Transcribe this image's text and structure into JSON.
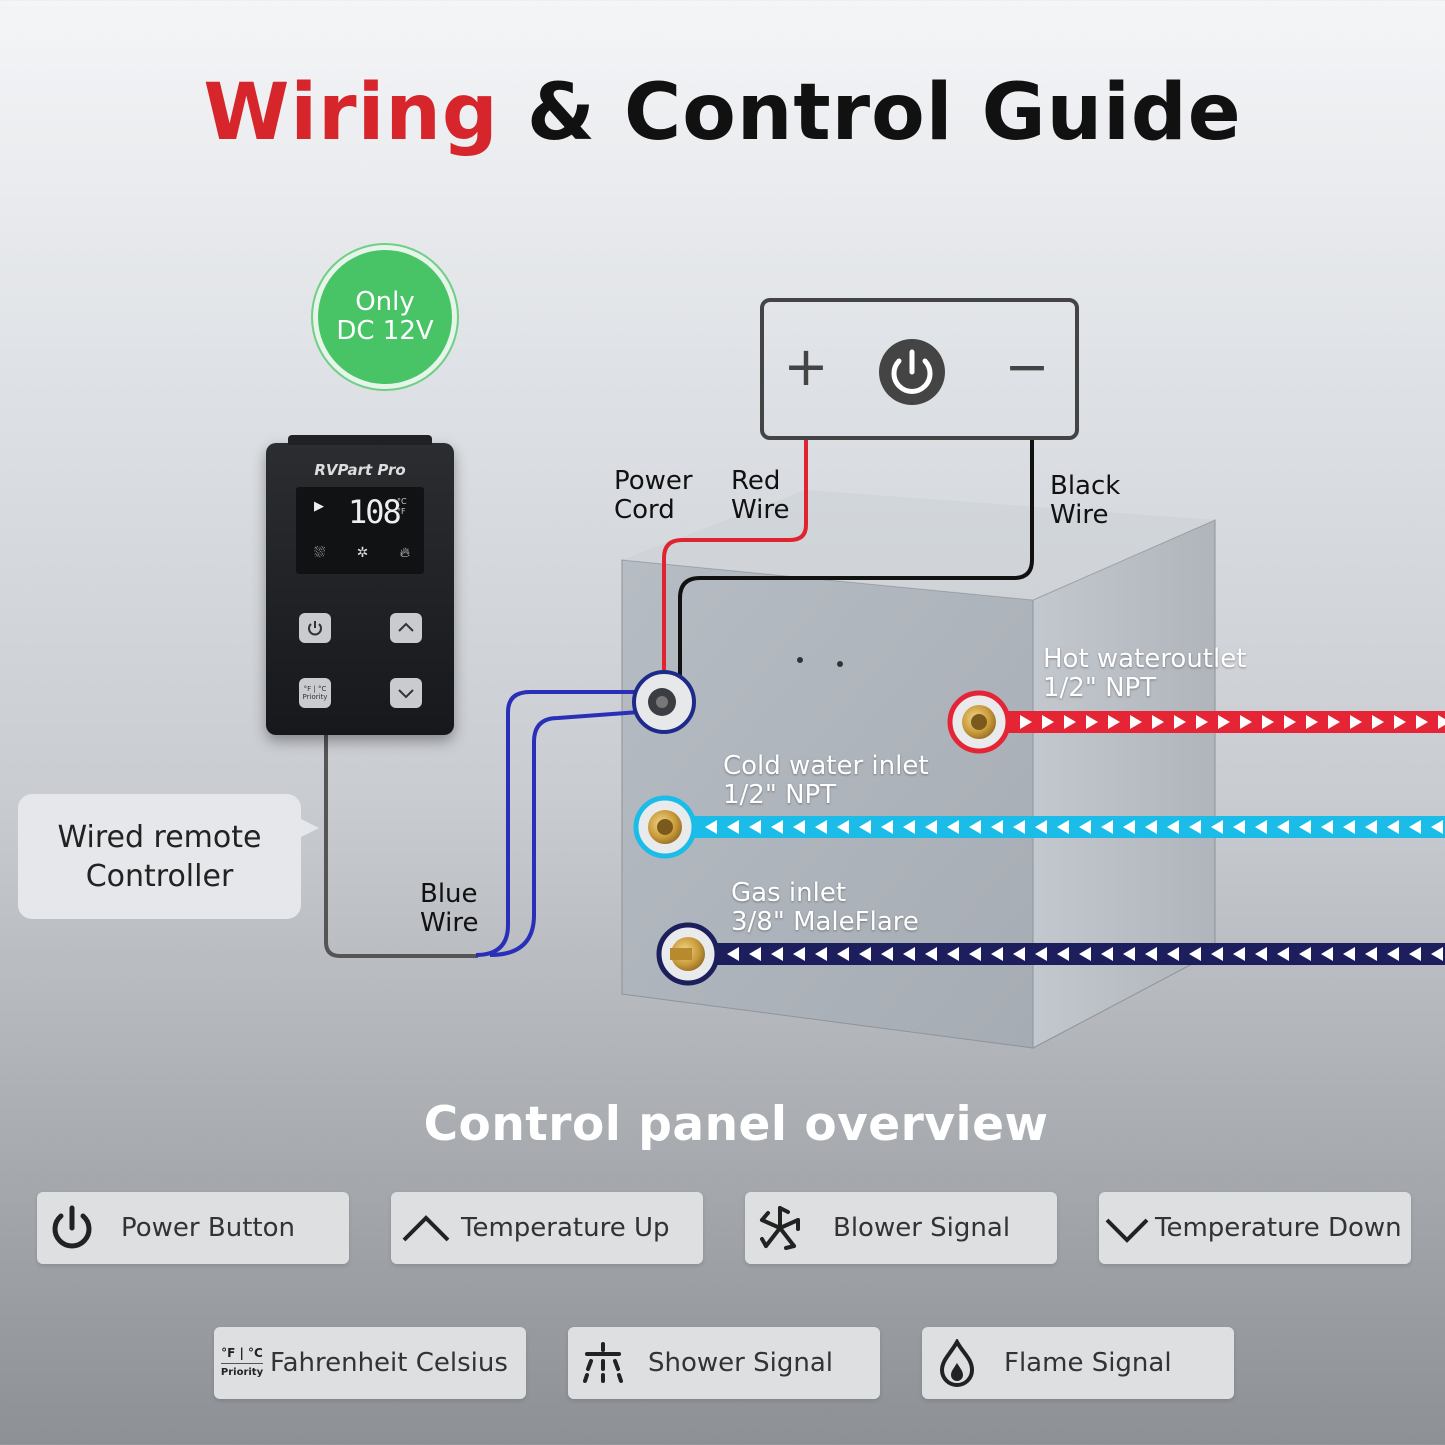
{
  "title": {
    "part1": "Wiring",
    "part2": "& Control Guide"
  },
  "badge": {
    "line1": "Only",
    "line2": "DC 12V"
  },
  "power_box": {
    "plus": "+",
    "minus": "−"
  },
  "controller": {
    "brand": "RVPart Pro",
    "display_temp": "108",
    "unit_c": "°C",
    "unit_f": "°F",
    "fc_button": "°F | °C",
    "priority": "Priority"
  },
  "callout": {
    "line1": "Wired remote",
    "line2": "Controller"
  },
  "labels": {
    "power_cord": {
      "line1": "Power",
      "line2": "Cord"
    },
    "red_wire": {
      "line1": "Red",
      "line2": "Wire"
    },
    "black_wire": {
      "line1": "Black",
      "line2": "Wire"
    },
    "blue_wire": {
      "line1": "Blue",
      "line2": "Wire"
    },
    "hot_outlet": {
      "line1": "Hot wateroutlet",
      "line2": "1/2\" NPT"
    },
    "cold_inlet": {
      "line1": "Cold water inlet",
      "line2": "1/2\" NPT"
    },
    "gas_inlet": {
      "line1": "Gas inlet",
      "line2": "3/8\" MaleFlare"
    }
  },
  "colors": {
    "title_accent": "#d6262b",
    "hot_pipe": "#e52436",
    "cold_pipe": "#1bbde8",
    "gas_pipe": "#1c1f5c",
    "blue_wire": "#2a2fb8",
    "red_wire": "#e0242f",
    "badge_green": "#48c467"
  },
  "overview": {
    "title": "Control panel overview",
    "cards": [
      {
        "label": "Power Button",
        "icon": "power-icon"
      },
      {
        "label": "Temperature Up",
        "icon": "chevron-up-icon"
      },
      {
        "label": "Blower Signal",
        "icon": "blower-icon"
      },
      {
        "label": "Temperature Down",
        "icon": "chevron-down-icon"
      },
      {
        "label": "Fahrenheit Celsius",
        "icon": "fahrenheit-celsius-icon"
      },
      {
        "label": "Shower Signal",
        "icon": "shower-icon"
      },
      {
        "label": "Flame Signal",
        "icon": "flame-icon"
      }
    ]
  }
}
